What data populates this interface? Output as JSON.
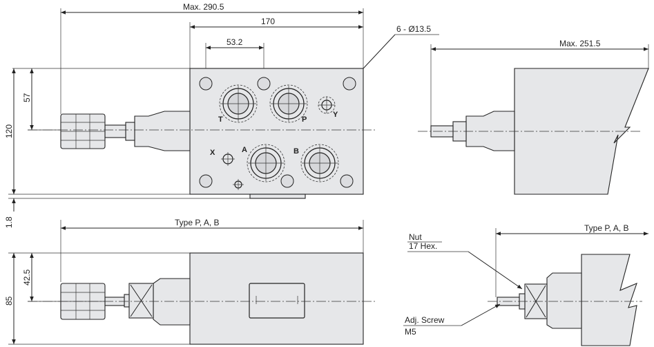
{
  "dimensions": {
    "max_length_top": "Max. 290.5",
    "body_width": "170",
    "port_spacing": "53.2",
    "mount_holes": "6 - Ø13.5",
    "max_length_side": "Max. 251.5",
    "height_57": "57",
    "height_120": "120",
    "offset_1_8": "1.8",
    "type_top": "Type P, A, B",
    "height_42_5": "42.5",
    "height_85": "85",
    "type_side": "Type P, A, B"
  },
  "ports": {
    "t": "T",
    "p": "P",
    "y": "Y",
    "x": "X",
    "a": "A",
    "b": "B"
  },
  "callouts": {
    "nut_line1": "Nut",
    "nut_line2": "17 Hex.",
    "screw_line1": "Adj. Screw",
    "screw_line2": "M5"
  }
}
